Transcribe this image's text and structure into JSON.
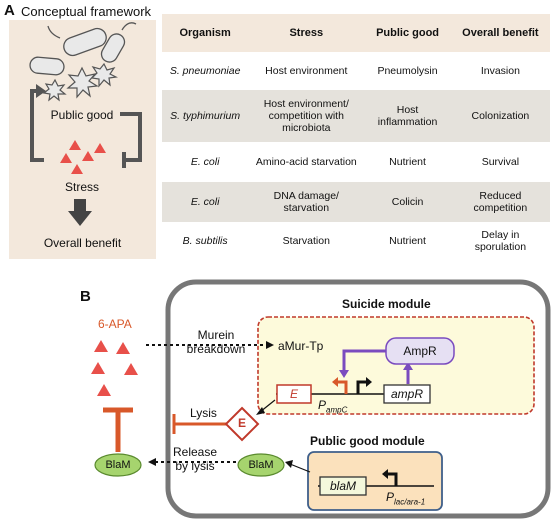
{
  "panel_a": {
    "letter": "A",
    "framework_title": "Conceptual framework",
    "public_good": "Public good",
    "stress": "Stress",
    "overall_benefit": "Overall benefit",
    "table": {
      "headers": [
        "Organism",
        "Stress",
        "Public good",
        "Overall benefit"
      ],
      "rows": [
        [
          "S. pneumoniae",
          "Host environment",
          "Pneumolysin",
          "Invasion"
        ],
        [
          "S. typhimurium",
          "Host environment/ competition with microbiota",
          "Host inflammation",
          "Colonization"
        ],
        [
          "E. coli",
          "Amino-acid starvation",
          "Nutrient",
          "Survival"
        ],
        [
          "E. coli",
          "DNA damage/ starvation",
          "Colicin",
          "Reduced competition"
        ],
        [
          "B. subtilis",
          "Starvation",
          "Nutrient",
          "Delay in sporulation"
        ]
      ]
    }
  },
  "panel_b": {
    "letter": "B",
    "apa": "6-APA",
    "murein": "Murein breakdown",
    "amurtp": "aMur-Tp",
    "suicide_module": "Suicide module",
    "ampr_protein": "AmpR",
    "gene_e": "E",
    "promoter_ampc": "P",
    "promoter_ampc_sub": "ampC",
    "gene_ampr": "ampR",
    "lysis": "Lysis",
    "protein_e": "E",
    "release": "Release by lysis",
    "blam_out": "BlaM",
    "blam_in": "BlaM",
    "public_good_module": "Public good module",
    "gene_blam": "blaM",
    "promoter_lac": "P",
    "promoter_lac_sub": "lac/ara-1"
  },
  "colors": {
    "triangle": "#e8504a",
    "inhibit": "#d8582a",
    "gray_arrow": "#444444",
    "purple": "#7a4bbf",
    "suicide_fill": "#fdfadb",
    "suicide_border": "#c0392b",
    "pg_fill": "#fbe1bc",
    "pg_border": "#3f5f8a",
    "blam_fill": "#a6d46e",
    "ampr_fill": "#e6e0f3"
  }
}
